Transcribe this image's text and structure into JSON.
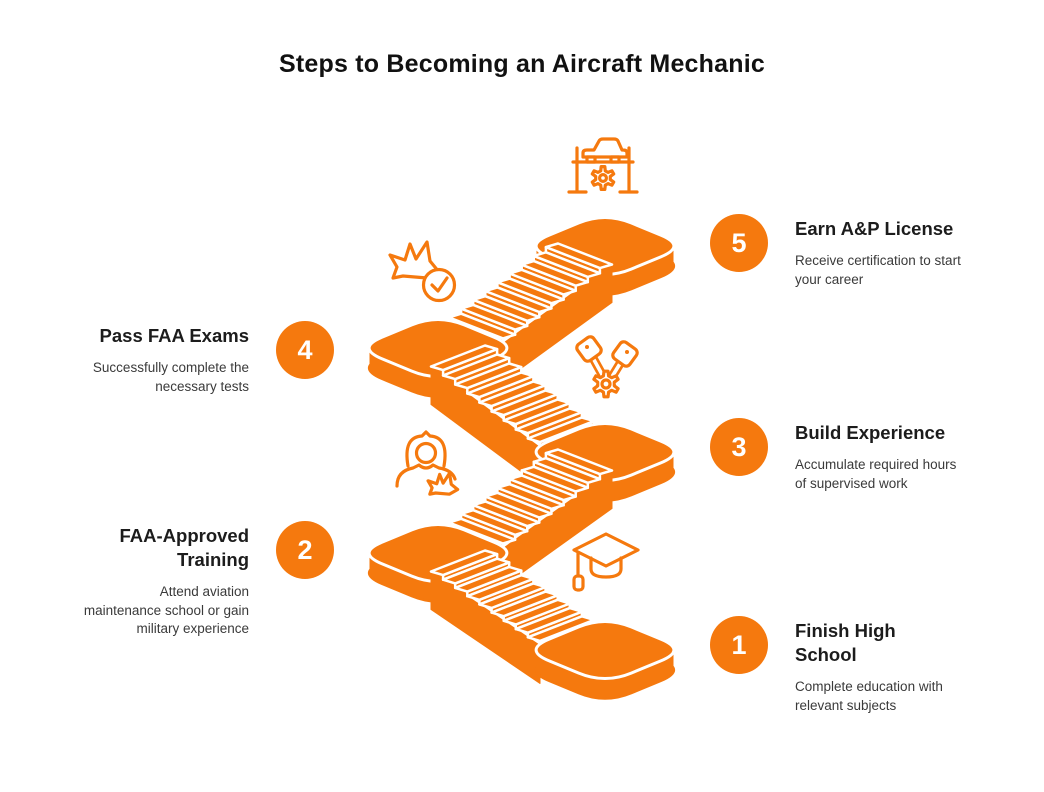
{
  "title": "Steps to Becoming an Aircraft Mechanic",
  "colors": {
    "accent": "#f5790e",
    "background": "#ffffff",
    "title_text": "#111111",
    "step_title_text": "#1c1c1c",
    "step_desc_text": "#3a3a3a",
    "badge_text": "#ffffff"
  },
  "steps": [
    {
      "number": "1",
      "title": "Finish High School",
      "description": "Complete education with relevant subjects",
      "icon": "graduation-cap-icon",
      "side": "right"
    },
    {
      "number": "2",
      "title": "FAA-Approved Training",
      "description": "Attend aviation maintenance school or gain military experience",
      "icon": "trainee-airplane-icon",
      "side": "left"
    },
    {
      "number": "3",
      "title": "Build Experience",
      "description": "Accumulate required hours of supervised work",
      "icon": "pistons-gear-icon",
      "side": "right"
    },
    {
      "number": "4",
      "title": "Pass FAA Exams",
      "description": "Successfully complete the necessary tests",
      "icon": "airplane-checkmark-icon",
      "side": "left"
    },
    {
      "number": "5",
      "title": "Earn A&P License",
      "description": "Receive certification to start your career",
      "icon": "car-lift-icon",
      "side": "right"
    }
  ]
}
